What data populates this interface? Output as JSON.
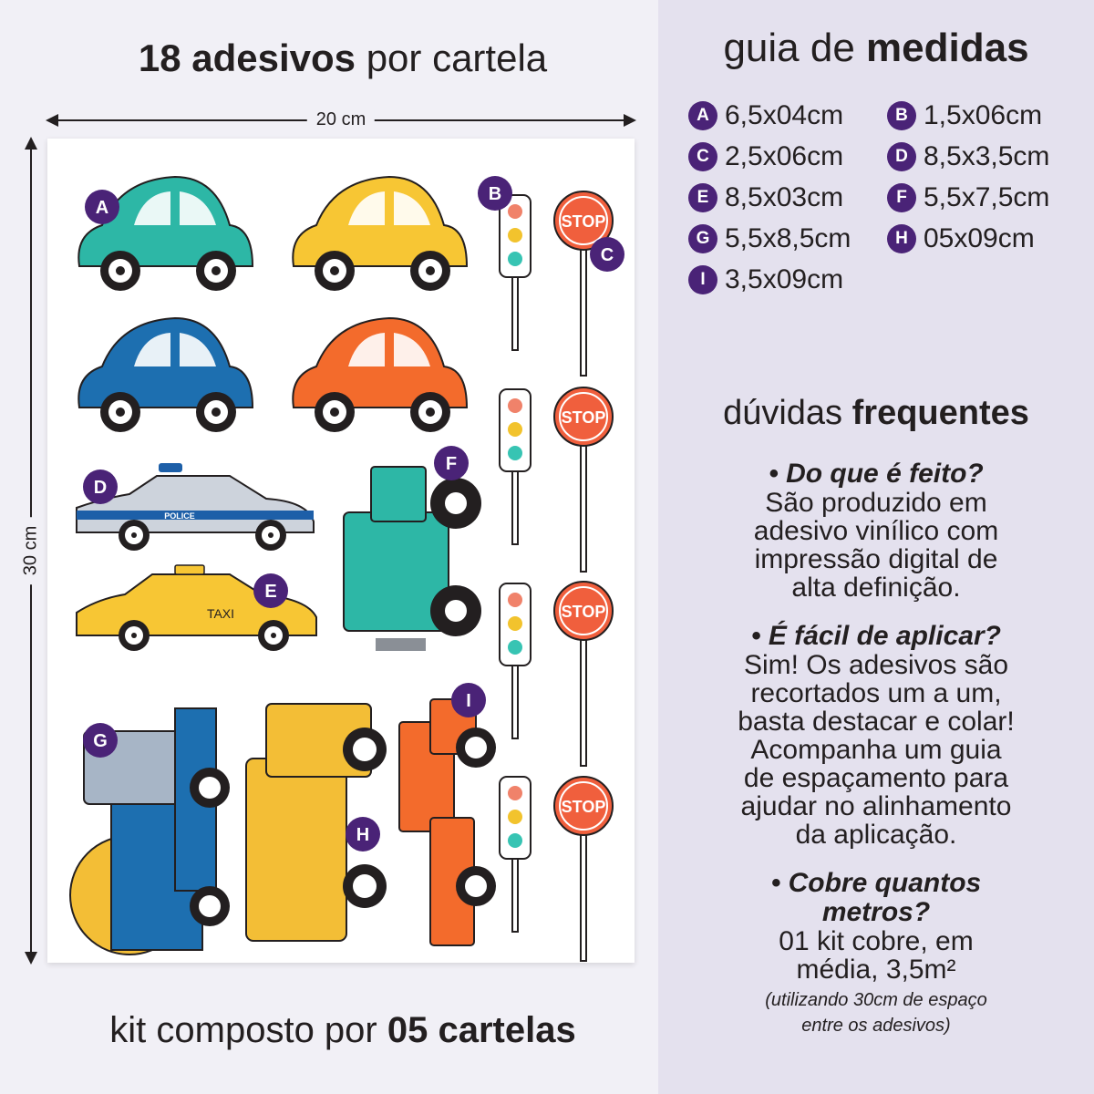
{
  "left": {
    "title_bold": "18 adesivos",
    "title_rest": " por cartela",
    "width_label": "20 cm",
    "height_label": "30 cm",
    "footer_rest": "kit composto por ",
    "footer_bold": "05 cartelas"
  },
  "sheet": {
    "stop_text": "STOP",
    "police_text": "POLICE",
    "taxi_text": "TAXI",
    "badge_color": "#4a2377",
    "badges": [
      "A",
      "B",
      "C",
      "D",
      "E",
      "F",
      "G",
      "H",
      "I"
    ]
  },
  "guide": {
    "title_rest": "guia de ",
    "title_bold": "medidas",
    "items": [
      {
        "letter": "A",
        "size": "6,5x04cm"
      },
      {
        "letter": "B",
        "size": "1,5x06cm"
      },
      {
        "letter": "C",
        "size": "2,5x06cm"
      },
      {
        "letter": "D",
        "size": "8,5x3,5cm"
      },
      {
        "letter": "E",
        "size": "8,5x03cm"
      },
      {
        "letter": "F",
        "size": "5,5x7,5cm"
      },
      {
        "letter": "G",
        "size": "5,5x8,5cm"
      },
      {
        "letter": "H",
        "size": "05x09cm"
      },
      {
        "letter": "I",
        "size": "3,5x09cm"
      }
    ]
  },
  "faq": {
    "title_rest": "dúvidas ",
    "title_bold": "frequentes",
    "q1": "• Do que é feito?",
    "a1": [
      "São produzido em",
      "adesivo vinílico com",
      "impressão digital de",
      "alta definição."
    ],
    "q2": "• É fácil de aplicar?",
    "a2": [
      "Sim! Os adesivos são",
      "recortados um a um,",
      "basta destacar e colar!",
      "Acompanha um guia",
      "de espaçamento para",
      "ajudar no alinhamento",
      "da aplicação."
    ],
    "q3": [
      "• Cobre quantos",
      "metros?"
    ],
    "a3": [
      "01 kit cobre, em",
      "média, 3,5m²"
    ],
    "note": [
      "(utilizando 30cm de espaço",
      "entre os adesivos)"
    ]
  }
}
